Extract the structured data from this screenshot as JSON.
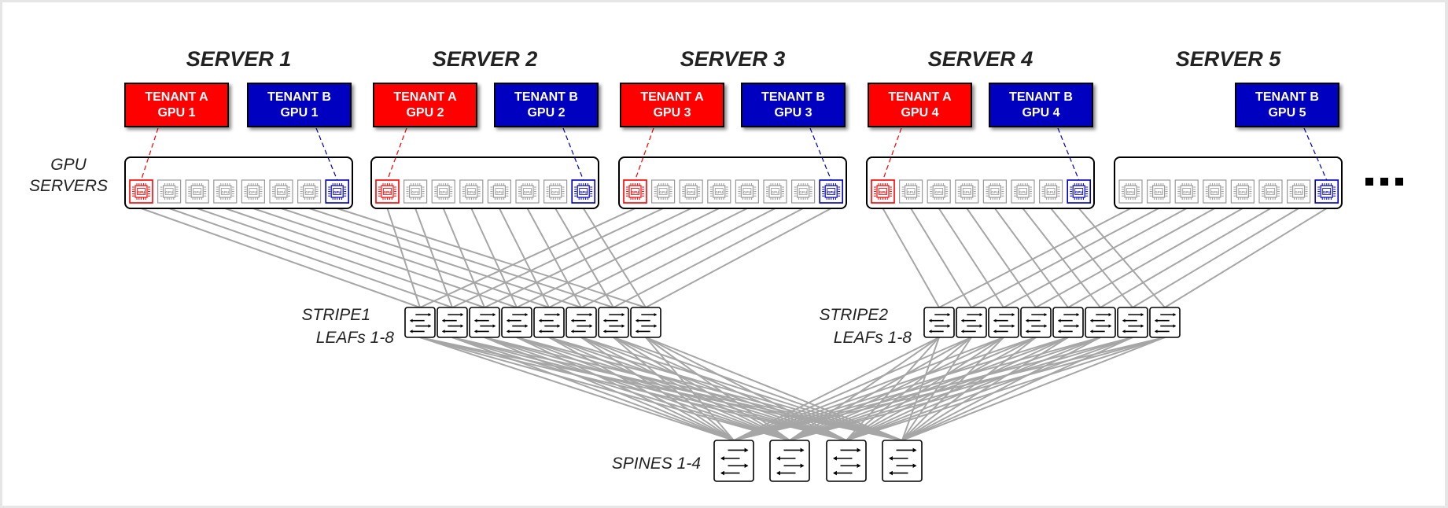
{
  "colors": {
    "tenant_a": "#ff0000",
    "tenant_b": "#0000c0",
    "cable": "#a6a6a6",
    "gpu_idle": "#9a9a9a",
    "outline": "#000000"
  },
  "labels": {
    "gpu_servers": [
      "GPU",
      "SERVERS"
    ],
    "stripe1": [
      "STRIPE1",
      "LEAFs 1-8"
    ],
    "stripe2": [
      "STRIPE2",
      "LEAFs 1-8"
    ],
    "spines": "SPINES 1-4",
    "more": "..."
  },
  "servers": [
    {
      "title": "SERVER 1",
      "stripe": 1,
      "tenants": [
        {
          "tenant": "A",
          "line1": "TENANT A",
          "line2": "GPU 1",
          "gpu_index": 0
        },
        {
          "tenant": "B",
          "line1": "TENANT B",
          "line2": "GPU 1",
          "gpu_index": 7
        }
      ]
    },
    {
      "title": "SERVER 2",
      "stripe": 1,
      "tenants": [
        {
          "tenant": "A",
          "line1": "TENANT A",
          "line2": "GPU 2",
          "gpu_index": 0
        },
        {
          "tenant": "B",
          "line1": "TENANT B",
          "line2": "GPU 2",
          "gpu_index": 7
        }
      ]
    },
    {
      "title": "SERVER 3",
      "stripe": 1,
      "tenants": [
        {
          "tenant": "A",
          "line1": "TENANT A",
          "line2": "GPU 3",
          "gpu_index": 0
        },
        {
          "tenant": "B",
          "line1": "TENANT B",
          "line2": "GPU 3",
          "gpu_index": 7
        }
      ]
    },
    {
      "title": "SERVER 4",
      "stripe": 2,
      "tenants": [
        {
          "tenant": "A",
          "line1": "TENANT A",
          "line2": "GPU 4",
          "gpu_index": 0
        },
        {
          "tenant": "B",
          "line1": "TENANT B",
          "line2": "GPU 4",
          "gpu_index": 7
        }
      ]
    },
    {
      "title": "SERVER 5",
      "stripe": 2,
      "tenants": [
        {
          "tenant": "B",
          "line1": "TENANT B",
          "line2": "GPU 5",
          "gpu_index": 7
        }
      ]
    }
  ],
  "gpus_per_server": 8,
  "gpu_icon_text": "GPU",
  "leafs_per_stripe": 8,
  "spine_count": 4
}
